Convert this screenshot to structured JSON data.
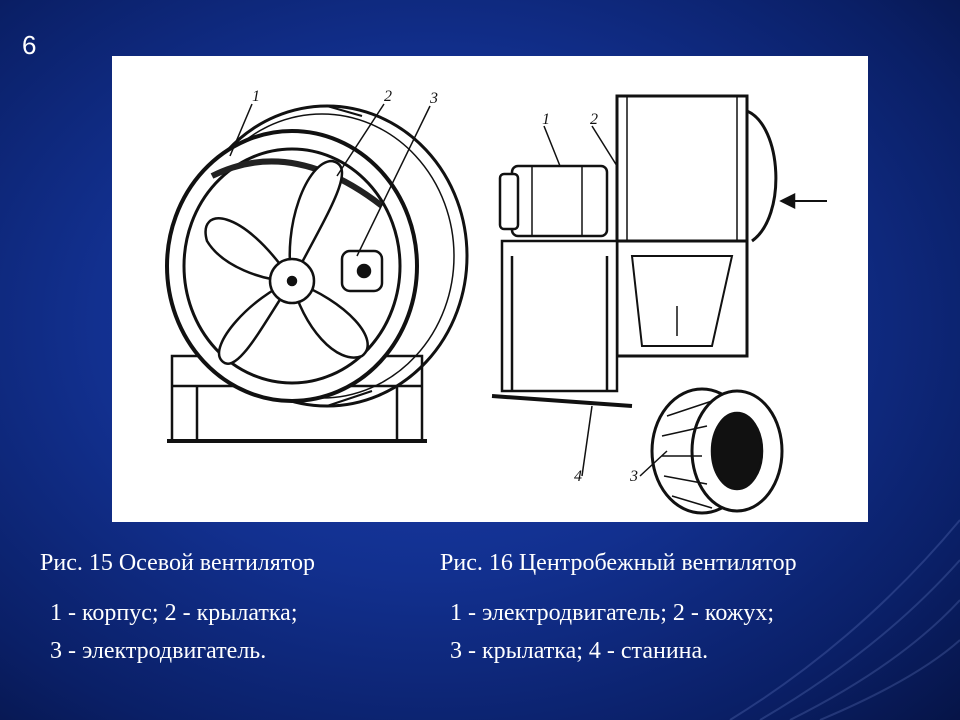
{
  "slide": {
    "number": "6"
  },
  "figure15": {
    "labels": [
      "1",
      "2",
      "3"
    ],
    "title": "Рис. 15 Осевой вентилятор",
    "legend_line1": "1 - корпус; 2 - крылатка;",
    "legend_line2": "3 - электродвигатель."
  },
  "figure16": {
    "labels": [
      "1",
      "2",
      "3",
      "4"
    ],
    "title": "Рис. 16 Центробежный вентилятор",
    "legend_line1": "1 - электродвигатель; 2 - кожух;",
    "legend_line2": "3 - крылатка; 4 - станина."
  },
  "colors": {
    "background": "#12308f",
    "panel": "#ffffff",
    "ink": "#111111",
    "text": "#ffffff"
  }
}
